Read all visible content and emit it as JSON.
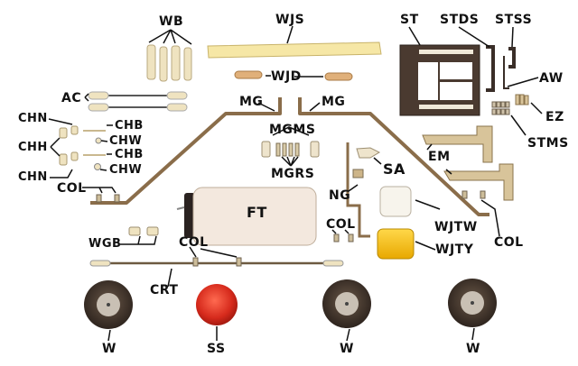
{
  "diagram": {
    "title": "",
    "colors": {
      "background": "#ffffff",
      "balsa": "#efe3c0",
      "wing_joiner": "#f6e7a6",
      "dowel": "#e0b07a",
      "wire": "#8a6d4a",
      "servo_tray": "#4a3a30",
      "motor_mount": "#d8c49a",
      "fuel_tank": "#f3e8de",
      "tank_cap": "#2a2220",
      "wjt_white": "#f7f4ec",
      "wjt_yellow": "#f5c21a",
      "tire": "#3e2f26",
      "hub": "#c9c0b4",
      "spinner": "#d8281c",
      "nylon": "#eee4cc",
      "label_text": "#111111",
      "leader_line": "#111111"
    },
    "labels": {
      "wb": "WB",
      "wjs": "WJS",
      "wjd": "WJD",
      "st": "ST",
      "stds": "STDS",
      "stss": "STSS",
      "aw": "AW",
      "ez": "EZ",
      "stms": "STMS",
      "ac": "AC",
      "mg_left": "MG",
      "mg_right": "MG",
      "chn_top": "CHN",
      "chh": "CHH",
      "chn_bottom": "CHN",
      "chb_top": "CHB",
      "chw_top": "CHW",
      "chb_bottom": "CHB",
      "chw_bottom": "CHW",
      "col_left": "COL",
      "mgms": "MGMS",
      "mgrs": "MGRS",
      "ft": "FT",
      "sa": "SA",
      "em": "EM",
      "ng": "NG",
      "col_ng": "COL",
      "wjtw": "WJTW",
      "wjty": "WJTY",
      "col_em": "COL",
      "wgb": "WGB",
      "col_crt": "COL",
      "crt": "CRT",
      "w1": "W",
      "ss": "SS",
      "w2": "W",
      "w3": "W"
    }
  }
}
